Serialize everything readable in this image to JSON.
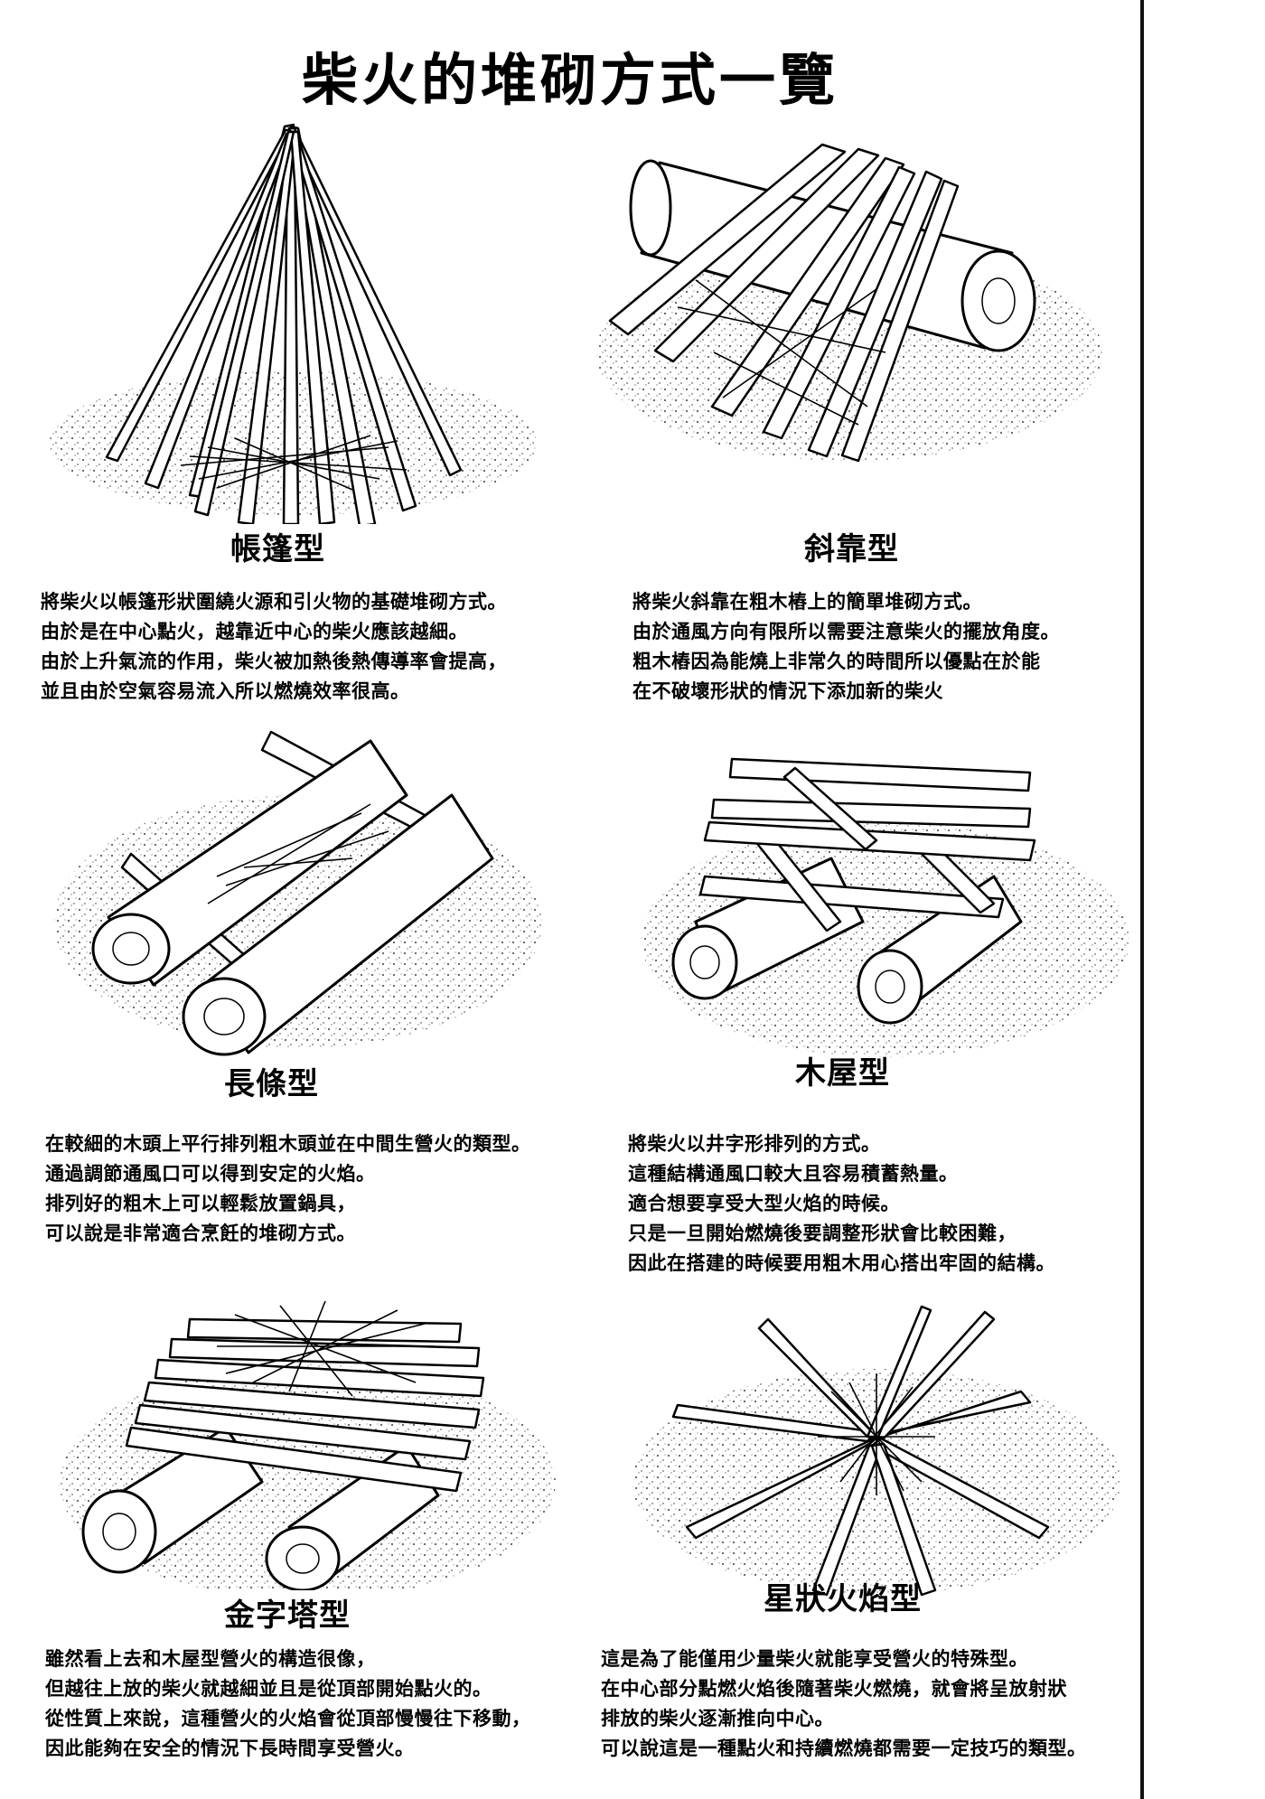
{
  "title": "柴火的堆砌方式一覽",
  "types": [
    {
      "name": "帳篷型",
      "lines": [
        "將柴火以帳篷形狀圍繞火源和引火物的基礎堆砌方式。",
        "由於是在中心點火，越靠近中心的柴火應該越細。",
        "由於上升氣流的作用，柴火被加熱後熱傳導率會提高，",
        "並且由於空氣容易流入所以燃燒效率很高。"
      ]
    },
    {
      "name": "斜靠型",
      "lines": [
        "將柴火斜靠在粗木樁上的簡單堆砌方式。",
        "由於通風方向有限所以需要注意柴火的擺放角度。",
        "粗木樁因為能燒上非常久的時間所以優點在於能",
        "在不破壞形狀的情況下添加新的柴火"
      ]
    },
    {
      "name": "長條型",
      "lines": [
        "在較細的木頭上平行排列粗木頭並在中間生營火的類型。",
        "通過調節通風口可以得到安定的火焰。",
        "排列好的粗木上可以輕鬆放置鍋具，",
        "可以說是非常適合烹飪的堆砌方式。"
      ]
    },
    {
      "name": "木屋型",
      "lines": [
        "將柴火以井字形排列的方式。",
        "這種結構通風口較大且容易積蓄熱量。",
        "適合想要享受大型火焰的時候。",
        "只是一旦開始燃燒後要調整形狀會比較困難，",
        "因此在搭建的時候要用粗木用心搭出牢固的結構。"
      ]
    },
    {
      "name": "金字塔型",
      "lines": [
        "雖然看上去和木屋型營火的構造很像，",
        "但越往上放的柴火就越細並且是從頂部開始點火的。",
        "從性質上來說，這種營火的火焰會從頂部慢慢往下移動，",
        "因此能夠在安全的情況下長時間享受營火。"
      ]
    },
    {
      "name": "星狀火焰型",
      "lines": [
        "這是為了能僅用少量柴火就能享受營火的特殊型。",
        "在中心部分點燃火焰後隨著柴火燃燒，就會將呈放射狀",
        "排放的柴火逐漸推向中心。",
        "可以說這是一種點火和持續燃燒都需要一定技巧的類型。"
      ]
    }
  ]
}
